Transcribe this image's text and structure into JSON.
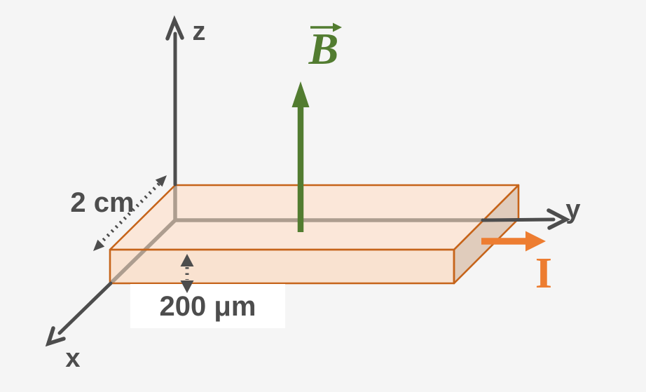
{
  "diagram": {
    "axes": {
      "z": {
        "label": "z"
      },
      "y": {
        "label": "y"
      },
      "x": {
        "label": "x"
      }
    },
    "magnetic_field": {
      "symbol": "B"
    },
    "current": {
      "symbol": "I"
    },
    "dimensions": {
      "width": {
        "label": "2 cm"
      },
      "thickness": {
        "label": "200 μm"
      }
    }
  },
  "colors": {
    "background": "#F5F5F5",
    "axis": "#4D4D4D",
    "hidden_edge": "#AD9D8F",
    "slab_outline": "#C6641A",
    "slab_top": "#FBE7D9",
    "slab_front": "#F9E2D0",
    "slab_side": "#E0CCBC",
    "field_green": "#527C30",
    "current_orange": "#ED7D31",
    "label_gray": "#4D4D4D",
    "label_box": "#FFFFFF"
  }
}
